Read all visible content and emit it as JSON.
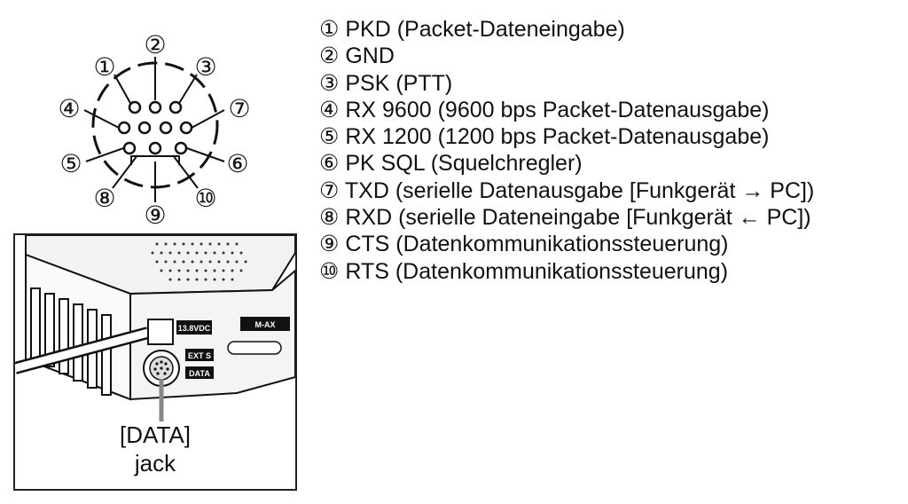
{
  "pinout": {
    "numbers": [
      "①",
      "②",
      "③",
      "④",
      "⑤",
      "⑥",
      "⑦",
      "⑧",
      "⑨",
      "⑩"
    ]
  },
  "device": {
    "jack_label_line1": "[DATA]",
    "jack_label_line2": "jack",
    "panel_labels": [
      "13.8VDC",
      "M-AX",
      "EXT S",
      "DATA"
    ]
  },
  "pins": [
    "① PKD (Packet-Dateneingabe)",
    "② GND",
    "③ PSK (PTT)",
    "④ RX 9600 (9600 bps Packet-Datenausgabe)",
    "⑤ RX 1200 (1200 bps Packet-Datenausgabe)",
    "⑥ PK SQL (Squelchregler)",
    "⑦ TXD (serielle Datenausgabe [Funkgerät → PC])",
    "⑧ RXD (serielle Dateneingabe [Funkgerät ← PC])",
    "⑨ CTS (Datenkommunikationssteuerung)",
    "⑩ RTS (Datenkommunikationssteuerung)"
  ]
}
